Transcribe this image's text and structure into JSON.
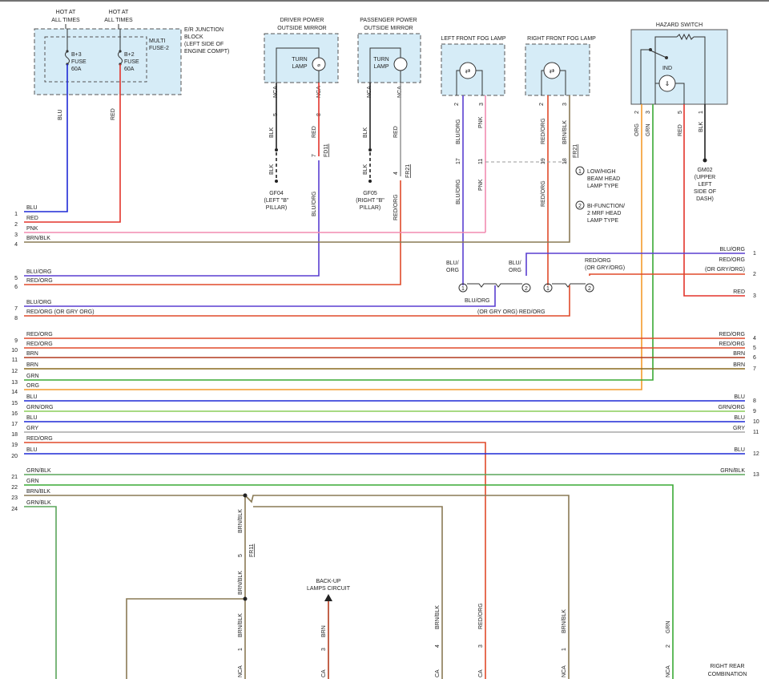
{
  "colors": {
    "BLU": "#1f2ad6",
    "RED": "#e3342b",
    "PNK": "#f28cb0",
    "BRN/BLK": "#8a7a55",
    "BLU/ORG": "#5a3fd0",
    "RED/ORG": "#e04a2a",
    "BRN": "#b23a1e",
    "GRN": "#3aaa35",
    "ORG": "#f39a2b",
    "GRN/ORG": "#8acd5a",
    "GRY": "#a8a8a8",
    "GRN/BLK": "#5aa55a",
    "BLK": "#222222",
    "panel": "#d6ecf7"
  },
  "headers": {
    "hot1": "HOT AT",
    "hot1b": "ALL TIMES",
    "hot2": "HOT AT",
    "hot2b": "ALL TIMES",
    "junction": [
      "E/R JUNCTION",
      "BLOCK",
      "(LEFT SIDE OF",
      "ENGINE COMPT)"
    ],
    "multifuse": [
      "MULTI",
      "FUSE-2"
    ],
    "fuse1": [
      "B+3",
      "FUSE",
      "60A"
    ],
    "fuse2": [
      "B+2",
      "FUSE",
      "60A"
    ],
    "driver_mirror": [
      "DRIVER POWER",
      "OUTSIDE MIRROR"
    ],
    "pass_mirror": [
      "PASSENGER POWER",
      "OUTSIDE MIRROR"
    ],
    "turn_lamp": [
      "TURN",
      "LAMP"
    ],
    "lf_fog": "LEFT FRONT FOG LAMP",
    "rf_fog": "RIGHT FRONT FOG LAMP",
    "hazard": "HAZARD SWITCH",
    "ind": "IND",
    "gm02": [
      "GM02",
      "(UPPER",
      "LEFT",
      "SIDE OF",
      "DASH)"
    ],
    "gf04": [
      "GF04",
      "(LEFT \"B\"",
      "PILLAR)"
    ],
    "gf05": [
      "GF05",
      "(RIGHT \"B\"",
      "PILLAR)"
    ],
    "note1": [
      "LOW/HIGH",
      "BEAM HEAD",
      "LAMP TYPE"
    ],
    "note2": [
      "BI-FUNCTION/",
      "2 MRF HEAD",
      "LAMP TYPE"
    ],
    "backup": [
      "BACK-UP",
      "LAMPS CIRCUIT"
    ],
    "rr_comb": [
      "RIGHT REAR",
      "COMBINATION"
    ],
    "fd11": "FD11",
    "fr21a": "FR21",
    "fr21b": "FR21",
    "fr11": "FR11",
    "nca": "NCA",
    "ca": "CA",
    "circ1": "1",
    "circ2": "2"
  },
  "left_pins": [
    {
      "n": "1",
      "label": "BLU"
    },
    {
      "n": "2",
      "label": "RED"
    },
    {
      "n": "3",
      "label": "PNK"
    },
    {
      "n": "4",
      "label": "BRN/BLK"
    },
    {
      "n": "5",
      "label": "BLU/ORG"
    },
    {
      "n": "6",
      "label": "RED/ORG"
    },
    {
      "n": "7",
      "label": "BLU/ORG"
    },
    {
      "n": "8",
      "label": "RED/ORG (OR GRY ORG)"
    },
    {
      "n": "9",
      "label": "RED/ORG"
    },
    {
      "n": "10",
      "label": "RED/ORG"
    },
    {
      "n": "11",
      "label": "BRN"
    },
    {
      "n": "12",
      "label": "BRN"
    },
    {
      "n": "13",
      "label": "GRN"
    },
    {
      "n": "14",
      "label": "ORG"
    },
    {
      "n": "15",
      "label": "BLU"
    },
    {
      "n": "16",
      "label": "GRN/ORG"
    },
    {
      "n": "17",
      "label": "BLU"
    },
    {
      "n": "18",
      "label": "GRY"
    },
    {
      "n": "19",
      "label": "RED/ORG"
    },
    {
      "n": "20",
      "label": "BLU"
    },
    {
      "n": "21",
      "label": "GRN/BLK"
    },
    {
      "n": "22",
      "label": "GRN"
    },
    {
      "n": "23",
      "label": "BRN/BLK"
    },
    {
      "n": "24",
      "label": "GRN/BLK"
    }
  ],
  "right_pins": [
    {
      "n": "1",
      "label": "BLU/ORG"
    },
    {
      "n": "2",
      "label": "RED/ORG"
    },
    {
      "n": "2b",
      "label": "(OR GRY/ORG)"
    },
    {
      "n": "3",
      "label": "RED"
    },
    {
      "n": "4",
      "label": "RED/ORG"
    },
    {
      "n": "5",
      "label": "RED/ORG"
    },
    {
      "n": "6",
      "label": "BRN"
    },
    {
      "n": "7",
      "label": "BRN"
    },
    {
      "n": "8",
      "label": "BLU"
    },
    {
      "n": "9",
      "label": "GRN/ORG"
    },
    {
      "n": "10",
      "label": "BLU"
    },
    {
      "n": "11",
      "label": "GRY"
    },
    {
      "n": "12",
      "label": "BLU"
    },
    {
      "n": "13",
      "label": "GRN/BLK"
    }
  ],
  "wire_labels": {
    "blu_top": "BLU",
    "red_top": "RED",
    "blk": "BLK",
    "red": "RED",
    "pnk": "PNK",
    "bluorg": "BLU/ORG",
    "redorg": "RED/ORG",
    "brnblk": "BRN/BLK",
    "org": "ORG",
    "grn": "GRN",
    "bluorg_split": "BLU/",
    "org_split": "ORG",
    "redorg_split": "RED/ORG",
    "orgryorg": "(OR GRY/ORG)",
    "bluorg_join": "BLU/ORG",
    "orgryorg_join": "(OR GRY ORG) RED/ORG",
    "brn": "BRN"
  },
  "pin_numbers": {
    "p5": "5",
    "p8": "8",
    "p7": "7",
    "p4": "4",
    "p2": "2",
    "p3": "3",
    "p17": "17",
    "p11": "11",
    "p19": "19",
    "p18": "18",
    "p1": "1"
  }
}
